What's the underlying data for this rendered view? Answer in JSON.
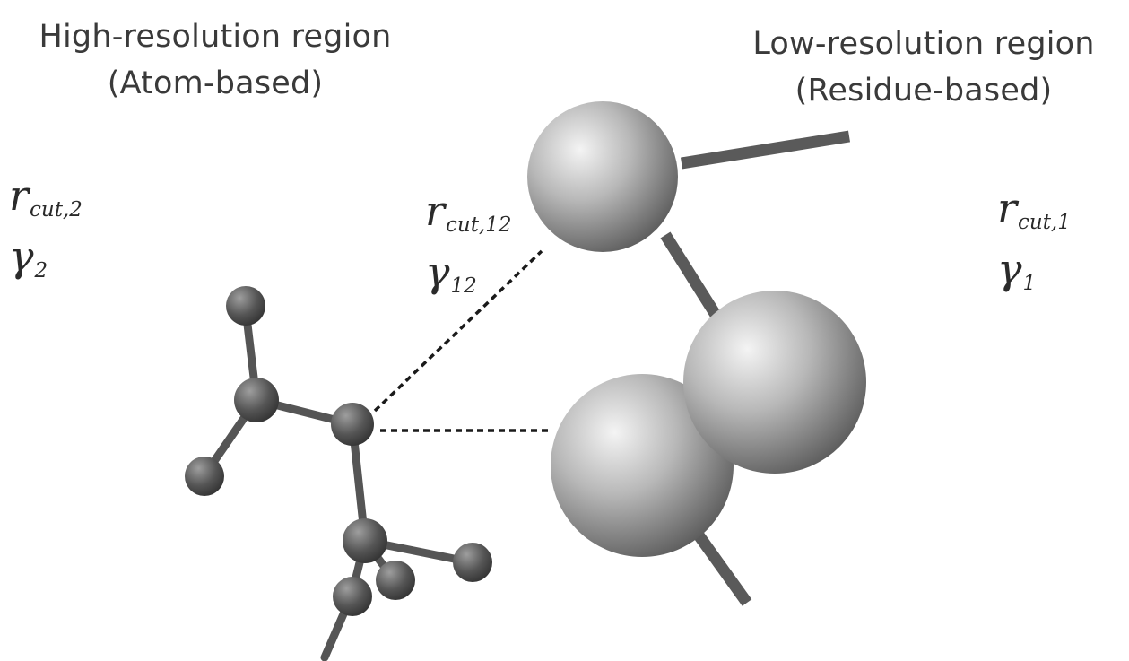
{
  "regions": {
    "high": {
      "line1": "High-resolution region",
      "line2": "(Atom-based)"
    },
    "low": {
      "line1": "Low-resolution region",
      "line2": "(Residue-based)"
    }
  },
  "params": {
    "high": {
      "r_symbol": "r",
      "r_sub": "cut,2",
      "gamma_symbol": "γ",
      "gamma_sub": "2"
    },
    "cross": {
      "r_symbol": "r",
      "r_sub": "cut,12",
      "gamma_symbol": "γ",
      "gamma_sub": "12"
    },
    "low": {
      "r_symbol": "r",
      "r_sub": "cut,1",
      "gamma_symbol": "γ",
      "gamma_sub": "1"
    }
  },
  "colors": {
    "atom_light": "#9a9a9a",
    "atom_dark": "#333333",
    "bead_light": "#f2f2f2",
    "bead_dark": "#5e5e5e",
    "bond": "#5a5a5a",
    "dashed": "#1a1a1a"
  }
}
